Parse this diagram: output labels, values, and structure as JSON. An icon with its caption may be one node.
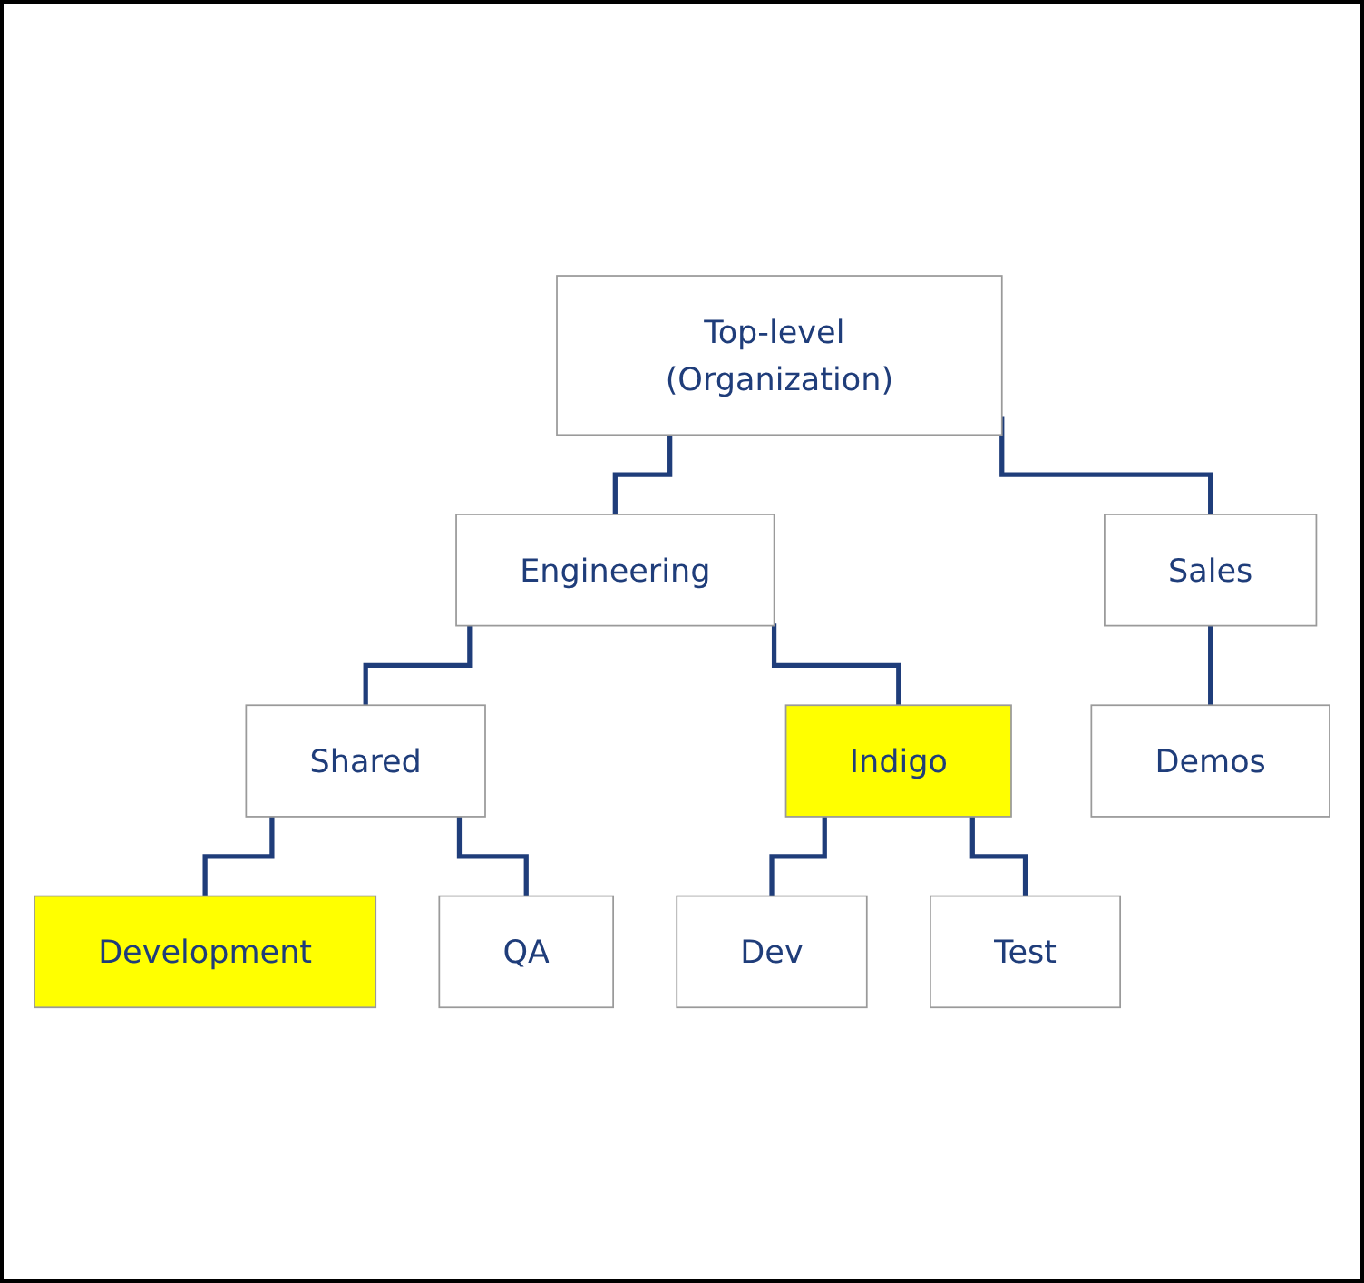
{
  "diagram": {
    "nodes": [
      {
        "text": [
          "Top-level (Organization)"
        ]
      },
      {
        "text": [
          "Engineering"
        ]
      },
      {
        "text": [
          "Sales"
        ]
      },
      {
        "text": [
          "Shared"
        ]
      },
      {
        "text": [
          "Indigo"
        ]
      },
      {
        "text": [
          "Demos"
        ]
      },
      {
        "text": [
          "Development"
        ]
      },
      {
        "text": [
          "QA"
        ]
      },
      {
        "text": [
          "Dev"
        ]
      },
      {
        "text": [
          "Test"
        ]
      }
    ],
    "edges": [
      {
        "from": 0,
        "to": 1,
        "arrow": "none"
      },
      {
        "from": 0,
        "to": 2,
        "arrow": "none"
      },
      {
        "from": 1,
        "to": 3,
        "arrow": "none"
      },
      {
        "from": 1,
        "to": 4,
        "arrow": "none"
      },
      {
        "from": 2,
        "to": 5,
        "arrow": "none"
      },
      {
        "from": 3,
        "to": 6,
        "arrow": "none"
      },
      {
        "from": 3,
        "to": 7,
        "arrow": "none"
      },
      {
        "from": 4,
        "to": 8,
        "arrow": "none"
      },
      {
        "from": 4,
        "to": 9,
        "arrow": "none"
      }
    ]
  }
}
